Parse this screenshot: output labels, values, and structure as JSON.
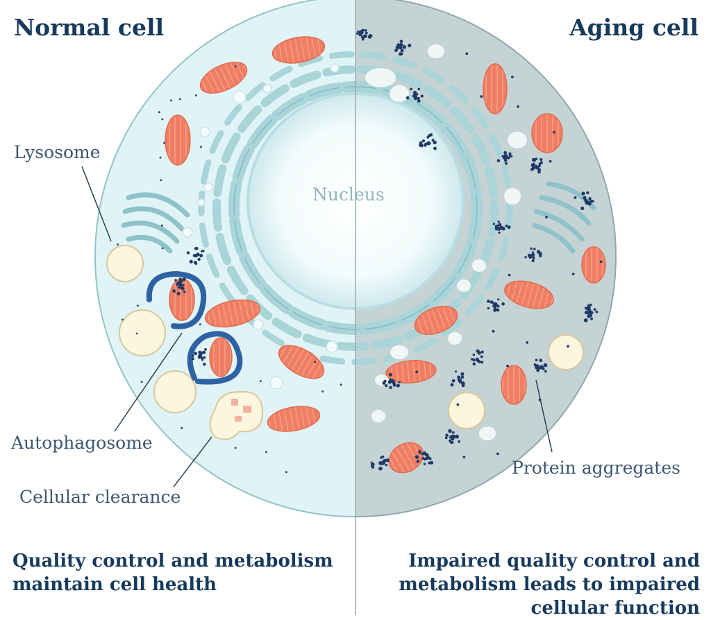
{
  "headings": {
    "left": "Normal cell",
    "right": "Aging cell"
  },
  "labels": {
    "nucleus": "Nucleus",
    "lysosome": "Lysosome",
    "autophagosome": "Autophagosome",
    "cellular_clearance": "Cellular clearance",
    "protein_aggregates": "Protein aggregates"
  },
  "captions": {
    "left_line1": "Quality control and metabolism",
    "left_line2": "maintain cell health",
    "right_line1": "Impaired quality control and",
    "right_line2": "metabolism leads to impaired",
    "right_line3": "cellular function"
  },
  "colors": {
    "normal_cytoplasm": "#e0f4f7",
    "aging_cytoplasm": "#c6d3d5",
    "membrane": "#93c2c9",
    "er": "#a9d4d8",
    "mitochondria": "#f07e63",
    "aggregates": "#1f3a66",
    "lysosome": "#fdf6df",
    "autophagosome": "#2e62a3",
    "heading": "#173a5c"
  }
}
